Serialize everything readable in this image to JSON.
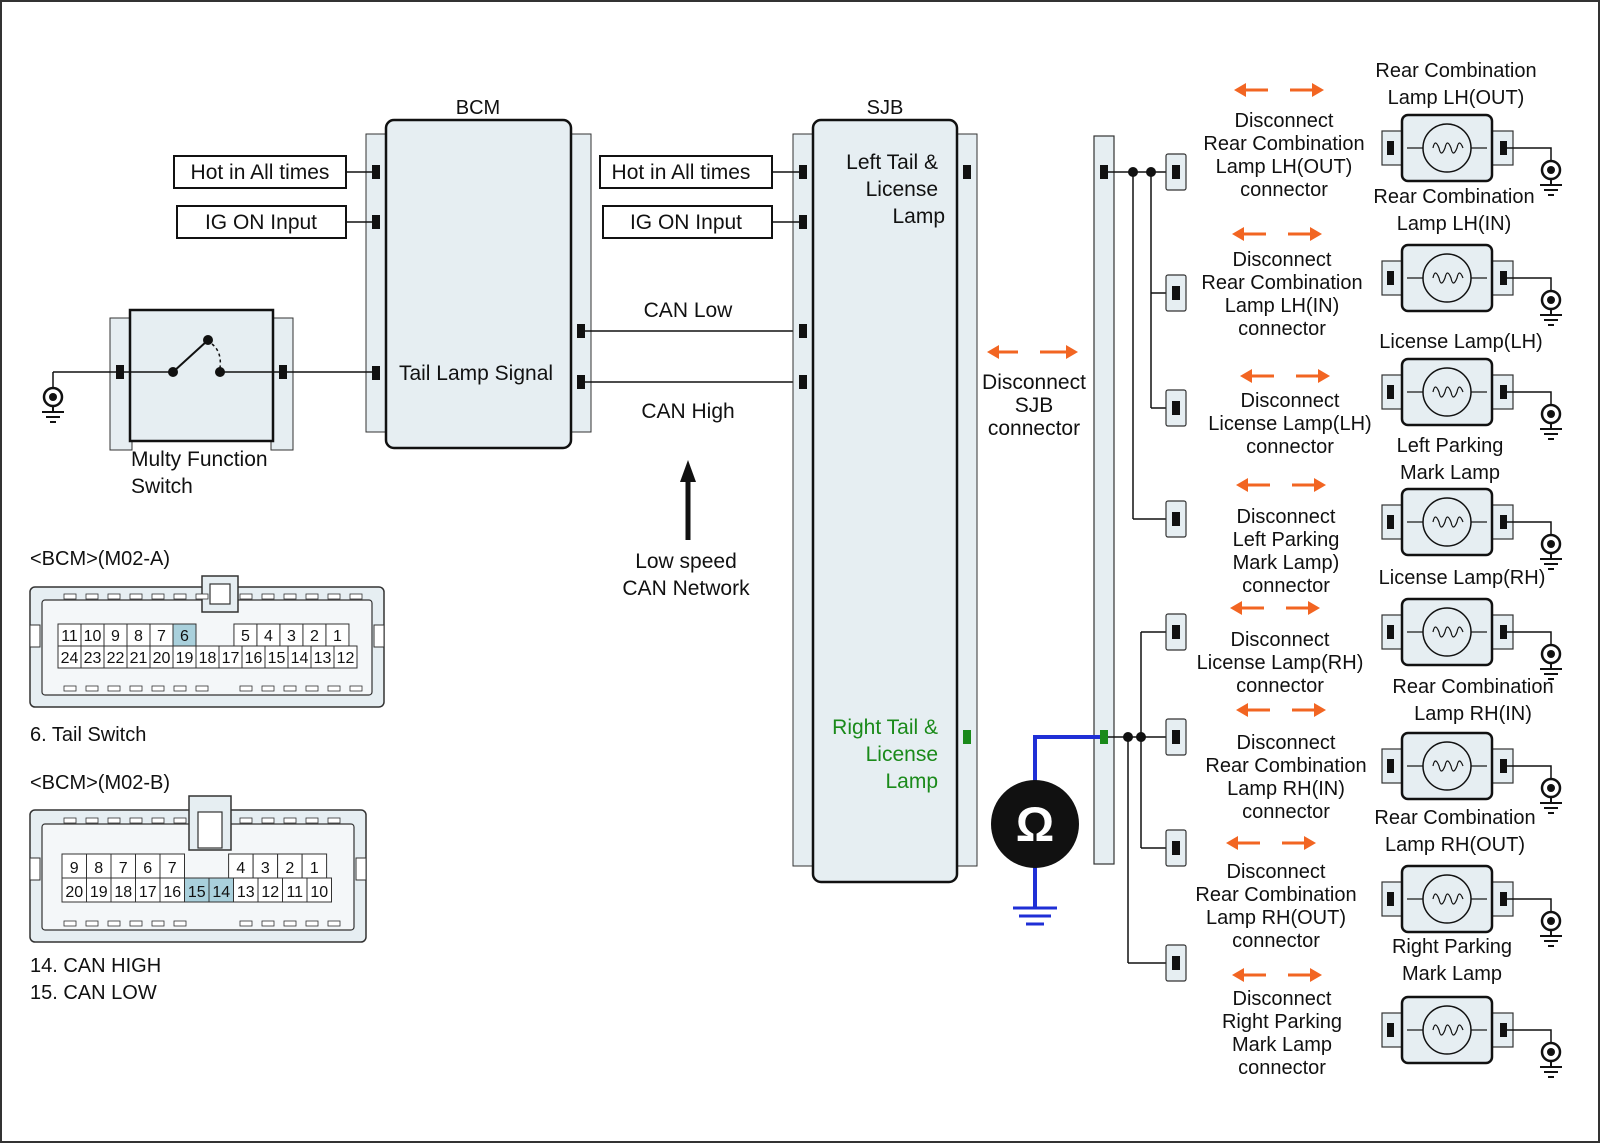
{
  "bcm": {
    "title": "BCM",
    "hot_label": "Hot in All times",
    "ig_label": "IG ON Input",
    "tail_signal": "Tail Lamp Signal"
  },
  "switch": {
    "label_1": "Multy Function",
    "label_2": "Switch"
  },
  "sjb": {
    "title": "SJB",
    "hot_label": "Hot in All times",
    "ig_label": "IG ON Input",
    "left_tail_1": "Left Tail &",
    "left_tail_2": "License",
    "left_tail_3": "Lamp",
    "right_tail_1": "Right Tail &",
    "right_tail_2": "License",
    "right_tail_3": "Lamp"
  },
  "can": {
    "low": "CAN Low",
    "high": "CAN High",
    "network_1": "Low speed",
    "network_2": "CAN Network"
  },
  "sjb_disconnect": {
    "line_1": "Disconnect",
    "line_2": "SJB",
    "line_3": "connector"
  },
  "connector_a": {
    "title": "<BCM>(M02-A)",
    "top_row": [
      "11",
      "10",
      "9",
      "8",
      "7",
      "6",
      "",
      "5",
      "4",
      "3",
      "2",
      "1"
    ],
    "bottom_row": [
      "24",
      "23",
      "22",
      "21",
      "20",
      "19",
      "18",
      "17",
      "16",
      "15",
      "14",
      "13",
      "12"
    ],
    "highlighted": [
      "6"
    ],
    "note": "6. Tail Switch"
  },
  "connector_b": {
    "title": "<BCM>(M02-B)",
    "top_row": [
      "9",
      "8",
      "7",
      "6",
      "7",
      "",
      "4",
      "3",
      "2",
      "1"
    ],
    "bottom_row": [
      "20",
      "19",
      "18",
      "17",
      "16",
      "15",
      "14",
      "13",
      "12",
      "11",
      "10"
    ],
    "highlighted": [
      "15",
      "14"
    ],
    "note_1": "14. CAN HIGH",
    "note_2": "15. CAN LOW"
  },
  "meter_symbol": "Ω",
  "lamps": [
    {
      "name_1": "Rear Combination",
      "name_2": "Lamp LH(OUT)",
      "disc_1": "Disconnect",
      "disc_2": "Rear Combination",
      "disc_3": "Lamp LH(OUT)",
      "disc_4": "connector"
    },
    {
      "name_1": "Rear Combination",
      "name_2": "Lamp LH(IN)",
      "disc_1": "Disconnect",
      "disc_2": "Rear Combination",
      "disc_3": "Lamp LH(IN)",
      "disc_4": "connector"
    },
    {
      "name_1": "License Lamp(LH)",
      "name_2": "",
      "disc_1": "Disconnect",
      "disc_2": "License Lamp(LH)",
      "disc_3": "connector",
      "disc_4": ""
    },
    {
      "name_1": "Left Parking",
      "name_2": "Mark Lamp",
      "disc_1": "Disconnect",
      "disc_2": "Left Parking",
      "disc_3": "Mark Lamp)",
      "disc_4": "connector"
    },
    {
      "name_1": "License Lamp(RH)",
      "name_2": "",
      "disc_1": "Disconnect",
      "disc_2": "License Lamp(RH)",
      "disc_3": "connector",
      "disc_4": ""
    },
    {
      "name_1": "Rear Combination",
      "name_2": "Lamp RH(IN)",
      "disc_1": "Disconnect",
      "disc_2": "Rear Combination",
      "disc_3": "Lamp RH(IN)",
      "disc_4": "connector"
    },
    {
      "name_1": "Rear Combination",
      "name_2": "Lamp RH(OUT)",
      "disc_1": "Disconnect",
      "disc_2": "Rear Combination",
      "disc_3": "Lamp RH(OUT)",
      "disc_4": "connector"
    },
    {
      "name_1": "Right Parking",
      "name_2": "Mark Lamp",
      "disc_1": "Disconnect",
      "disc_2": "Right Parking",
      "disc_3": "Mark Lamp",
      "disc_4": "connector"
    }
  ],
  "colors": {
    "arrow": "#f26522",
    "meter_wire": "#1f2fd6",
    "right_tail_text": "#1a8a1a",
    "highlight_pin": "#a9d0dc",
    "module_fill": "#e6eef2"
  }
}
